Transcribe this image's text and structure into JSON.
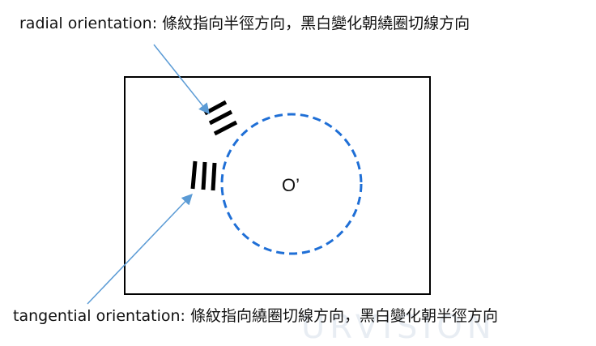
{
  "labels": {
    "radial": "radial orientation: 條紋指向半徑方向，黑白變化朝繞圈切線方向",
    "tangential": "tangential orientation: 條紋指向繞圈切線方向，黑白變化朝半徑方向",
    "center": "O’"
  },
  "watermark": "URVISION",
  "colors": {
    "circle": "#1f6fd6",
    "arrow": "#5b9bd5",
    "stripes": "#000000",
    "frame": "#000000"
  }
}
